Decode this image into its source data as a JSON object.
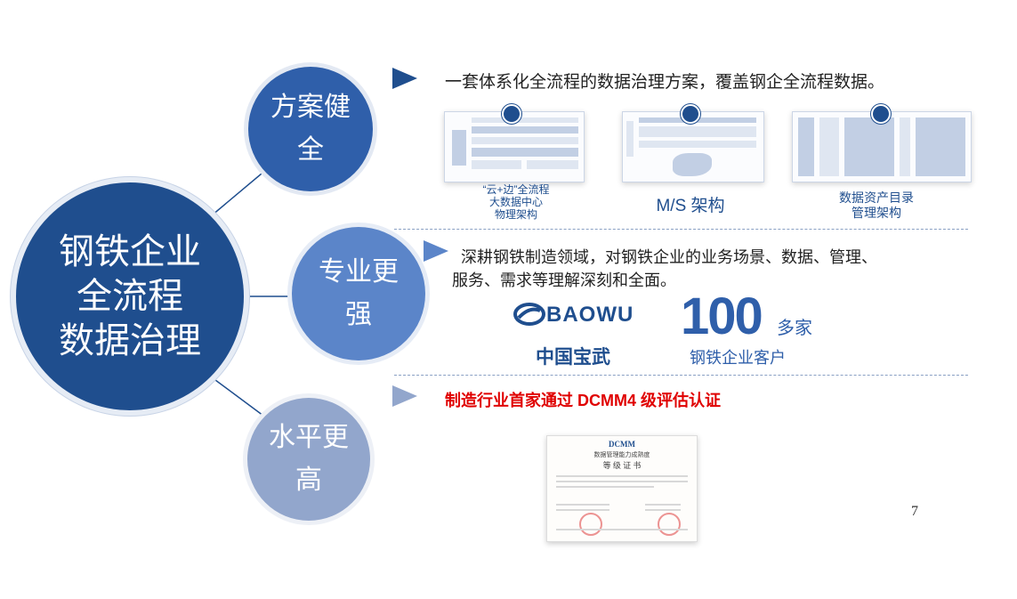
{
  "center": {
    "lines": [
      "钢铁企业",
      "全流程",
      "数据治理"
    ]
  },
  "pillars": [
    {
      "lines": [
        "方案健",
        "全"
      ]
    },
    {
      "lines": [
        "专业更",
        "强"
      ]
    },
    {
      "lines": [
        "水平更",
        "高"
      ]
    }
  ],
  "section1": {
    "text": "一套体系化全流程的数据治理方案，覆盖钢企全流程数据。",
    "captions": [
      {
        "lines": [
          "“云+边”全流程",
          "大数据中心",
          "物理架构"
        ]
      },
      {
        "lines": [
          "M/S 架构"
        ]
      },
      {
        "lines": [
          "数据资产目录",
          "管理架构"
        ]
      }
    ]
  },
  "section2": {
    "text_line1": "深耕钢铁制造领域，对钢铁企业的业务场景、数据、管理、",
    "text_line2": "服务、需求等理解深刻和全面。",
    "baowu_en": "BAOWU",
    "baowu_cn": "中国宝武",
    "count_number": "100",
    "count_unit": "多家",
    "count_caption": "钢铁企业客户"
  },
  "section3": {
    "text": "制造行业首家通过 DCMM4 级评估认证",
    "cert_logo": "DCMM",
    "cert_subtitle": "数据管理能力成熟度",
    "cert_title": "等 级 证 书"
  },
  "page_number": "7",
  "colors": {
    "dark_blue": "#1f4e8e",
    "mid_blue": "#5b85c9",
    "light_blue": "#92a6cc",
    "red": "#e00000"
  }
}
